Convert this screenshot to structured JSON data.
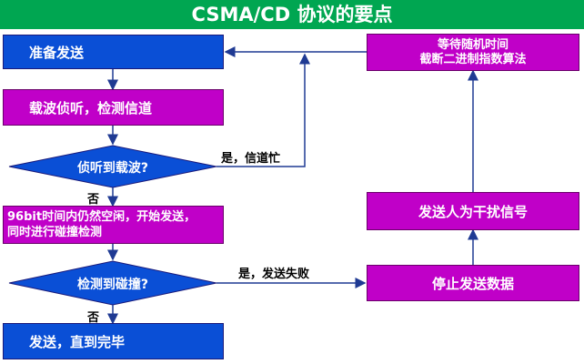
{
  "title": "CSMA/CD 协议的要点",
  "nodes": {
    "prepare_send": "准备发送",
    "carrier_sense": "载波侦听，检测信道",
    "sense_carrier_q": "侦听到载波?",
    "idle_96bit_line1": "96bit时间内仍然空闲，开始发送，",
    "idle_96bit_line2": "同时进行碰撞检测",
    "detect_collision_q": "检测到碰撞?",
    "send_until_done": "发送，直到完毕",
    "wait_random_line1": "等待随机时间",
    "wait_random_line2": "截断二进制指数算法",
    "jam_signal": "发送人为干扰信号",
    "stop_sending": "停止发送数据"
  },
  "edges": {
    "yes_channel_busy": "是，信道忙",
    "no_1": "否",
    "yes_send_fail": "是，发送失败",
    "no_2": "否"
  },
  "colors": {
    "title_bg": "#00a651",
    "blue_box": "#0a4fd6",
    "purple_box": "#c000c8",
    "arrow": "#1f3a93"
  }
}
